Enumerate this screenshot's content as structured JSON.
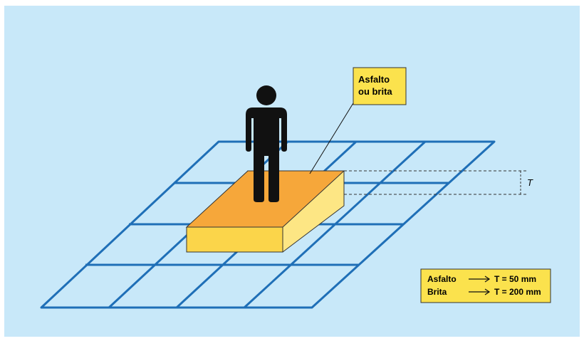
{
  "diagram": {
    "colors": {
      "background": "#c8e8f9",
      "grid": "#1f6fb7",
      "slab_top": "#f6a73a",
      "slab_side": "#fbd54a",
      "slab_side_right": "#fde684",
      "callout_fill": "#fbe24d",
      "person": "#111111"
    },
    "icons": {
      "person": "standing-person-icon",
      "arrow": "right-arrow-icon"
    },
    "callout": {
      "line1": "Asfalto",
      "line2": "ou brita"
    },
    "thickness_label": "T",
    "legend": {
      "rows": [
        {
          "material": "Asfalto",
          "value": "T = 50 mm"
        },
        {
          "material": "Brita",
          "value": "T = 200 mm"
        }
      ]
    }
  }
}
